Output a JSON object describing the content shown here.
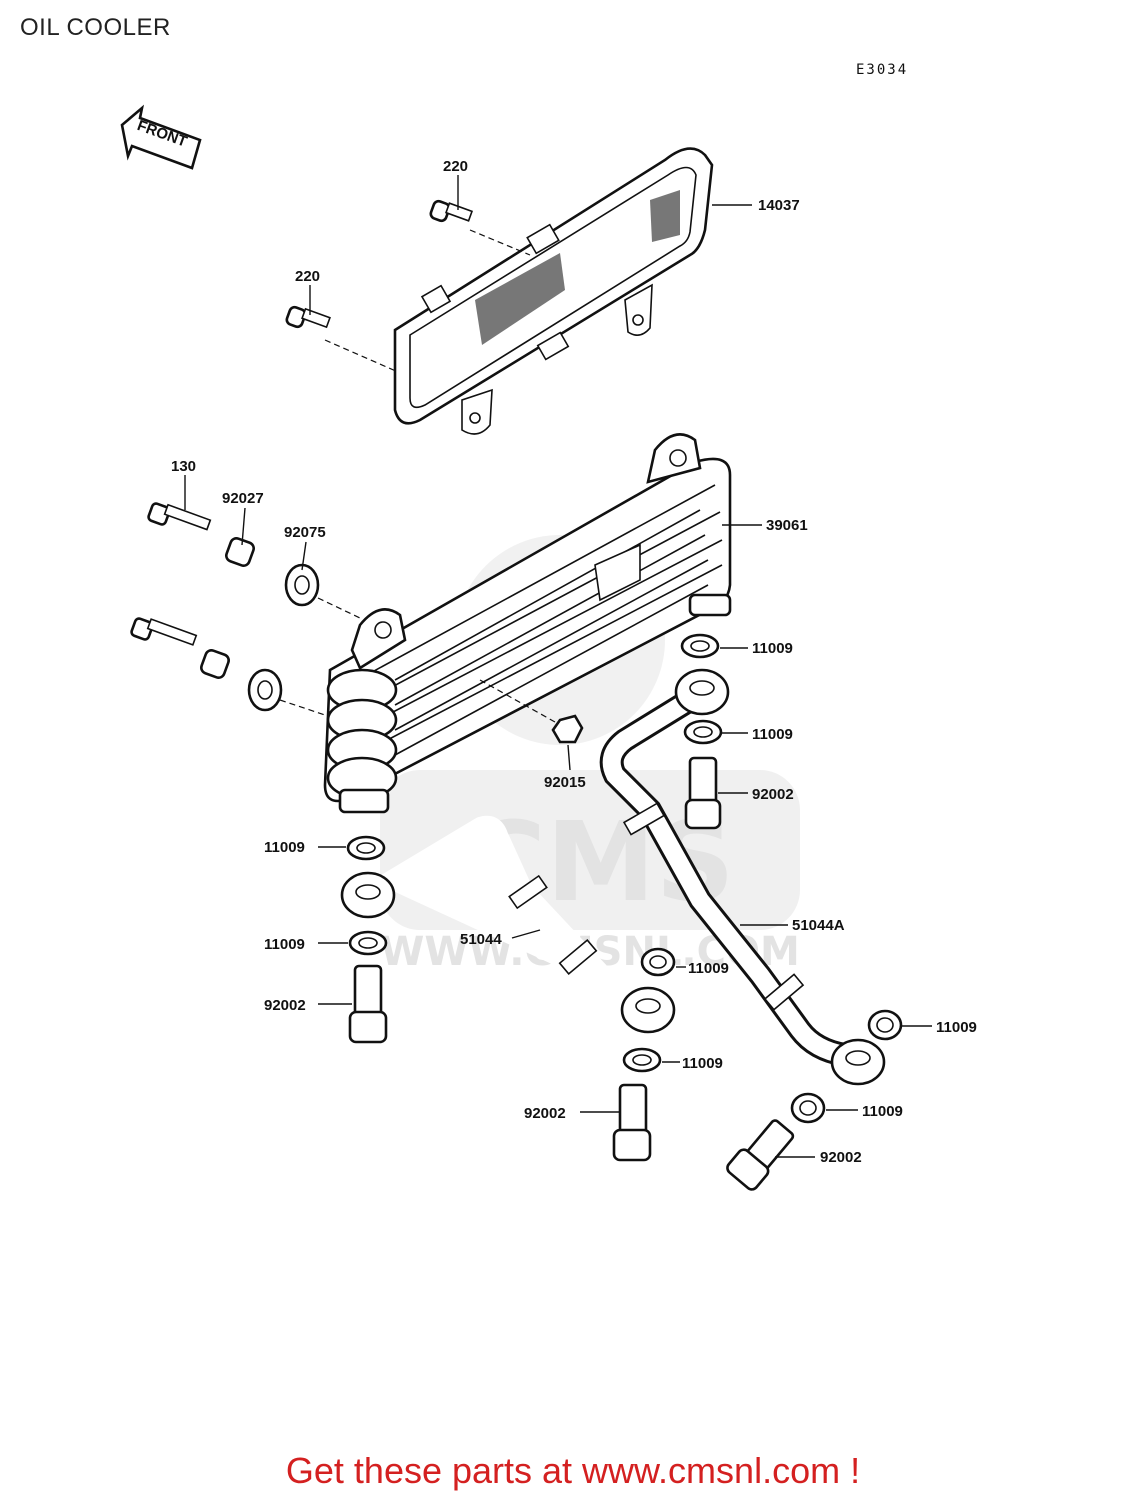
{
  "page": {
    "title": "OIL COOLER",
    "diagram_code": "E3034",
    "footer": "Get these parts at www.cmsnl.com !"
  },
  "front_arrow": {
    "text": "FRONT",
    "icon": "front-arrow-icon"
  },
  "watermark": {
    "brand": "CMS",
    "url": "WWW.CMSNL.COM"
  },
  "parts": [
    {
      "id": "220-upper",
      "number": "220"
    },
    {
      "id": "220-lower",
      "number": "220"
    },
    {
      "id": "14037",
      "number": "14037"
    },
    {
      "id": "130",
      "number": "130"
    },
    {
      "id": "92027",
      "number": "92027"
    },
    {
      "id": "92075",
      "number": "92075"
    },
    {
      "id": "39061",
      "number": "39061"
    },
    {
      "id": "11009-a",
      "number": "11009"
    },
    {
      "id": "11009-b",
      "number": "11009"
    },
    {
      "id": "92002-a",
      "number": "92002"
    },
    {
      "id": "92015",
      "number": "92015"
    },
    {
      "id": "11009-c",
      "number": "11009"
    },
    {
      "id": "51044A",
      "number": "51044A"
    },
    {
      "id": "11009-d",
      "number": "11009"
    },
    {
      "id": "51044",
      "number": "51044"
    },
    {
      "id": "11009-e",
      "number": "11009"
    },
    {
      "id": "92002-b",
      "number": "92002"
    },
    {
      "id": "11009-f",
      "number": "11009"
    },
    {
      "id": "11009-g",
      "number": "11009"
    },
    {
      "id": "11009-h",
      "number": "11009"
    },
    {
      "id": "92002-c",
      "number": "92002"
    },
    {
      "id": "92002-d",
      "number": "92002"
    }
  ]
}
